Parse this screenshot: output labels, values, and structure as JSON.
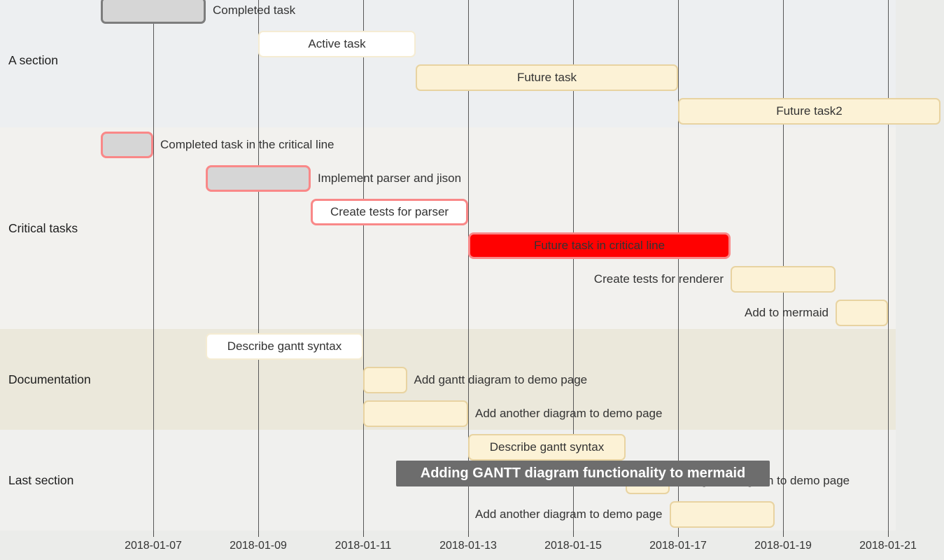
{
  "chart_data": {
    "type": "gantt",
    "title": "Adding GANTT diagram functionality to mermaid",
    "x_axis": {
      "tick_labels": [
        "2018-01-07",
        "2018-01-09",
        "2018-01-11",
        "2018-01-13",
        "2018-01-15",
        "2018-01-17",
        "2018-01-19",
        "2018-01-21"
      ],
      "grid": true,
      "px_origin_date": "2018-01-06"
    },
    "legend": "none",
    "sections": [
      {
        "name": "A section",
        "band_color": "#edeff1",
        "tasks": [
          {
            "label": "Completed task",
            "start": "2018-01-06",
            "end": "2018-01-08",
            "status": "done",
            "label_pos": "right"
          },
          {
            "label": "Active task",
            "start": "2018-01-09",
            "end": "2018-01-12",
            "status": "active",
            "label_pos": "center"
          },
          {
            "label": "Future task",
            "start": "2018-01-12",
            "end": "2018-01-17",
            "status": "future",
            "label_pos": "center"
          },
          {
            "label": "Future task2",
            "start": "2018-01-17",
            "end": "2018-01-22",
            "status": "future",
            "label_pos": "center"
          }
        ]
      },
      {
        "name": "Critical tasks",
        "band_color": "#f2f1ee",
        "tasks": [
          {
            "label": "Completed task in the critical line",
            "start": "2018-01-06",
            "end": "2018-01-07",
            "status": "crit-done",
            "label_pos": "right"
          },
          {
            "label": "Implement parser and jison",
            "start": "2018-01-08",
            "end": "2018-01-10",
            "status": "crit-done",
            "label_pos": "right"
          },
          {
            "label": "Create tests for parser",
            "start": "2018-01-10",
            "end": "2018-01-13",
            "status": "crit-active",
            "label_pos": "center"
          },
          {
            "label": "Future task in critical line",
            "start": "2018-01-13",
            "end": "2018-01-18",
            "status": "crit-future",
            "label_pos": "center"
          },
          {
            "label": "Create tests for renderer",
            "start": "2018-01-18",
            "end": "2018-01-20",
            "status": "future",
            "label_pos": "left"
          },
          {
            "label": "Add to mermaid",
            "start": "2018-01-20",
            "end": "2018-01-21",
            "status": "future",
            "label_pos": "left"
          }
        ]
      },
      {
        "name": "Documentation",
        "band_color": "#ebe8db",
        "tasks": [
          {
            "label": "Describe gantt syntax",
            "start": "2018-01-08",
            "end": "2018-01-11",
            "status": "active",
            "label_pos": "center"
          },
          {
            "label": "Add gantt diagram to demo page",
            "start": "2018-01-11",
            "end": "2018-01-11T20:00",
            "status": "future",
            "label_pos": "right"
          },
          {
            "label": "Add another diagram to demo page",
            "start": "2018-01-11",
            "end": "2018-01-13",
            "status": "future",
            "label_pos": "right"
          }
        ]
      },
      {
        "name": "Last section",
        "band_color": "#f0f0ee",
        "tasks": [
          {
            "label": "Describe gantt syntax",
            "start": "2018-01-13",
            "end": "2018-01-16",
            "status": "future",
            "label_pos": "center"
          },
          {
            "label": "Add gantt diagram to demo page",
            "start": "2018-01-16",
            "end": "2018-01-16T20:00",
            "status": "future",
            "label_pos": "right"
          },
          {
            "label": "Add another diagram to demo page",
            "start": "2018-01-16T20:00",
            "end": "2018-01-18T20:00",
            "status": "future",
            "label_pos": "left"
          }
        ]
      }
    ],
    "colors": {
      "done_fill": "#d6d6d6",
      "done_border": "#7d7d7d",
      "active_fill": "#ffffff",
      "active_border": "#f5ecd3",
      "future_fill": "#fcf2d6",
      "future_border": "#e8d3a1",
      "critical_border": "#f98888",
      "critical_future_fill": "#ff0101",
      "grid_line": "#575757",
      "axis_text": "#333333",
      "tooltip_bg": "#6d6d6d",
      "tooltip_text": "#ffffff"
    }
  },
  "tooltip": {
    "text": "Adding GANTT diagram functionality to mermaid"
  }
}
